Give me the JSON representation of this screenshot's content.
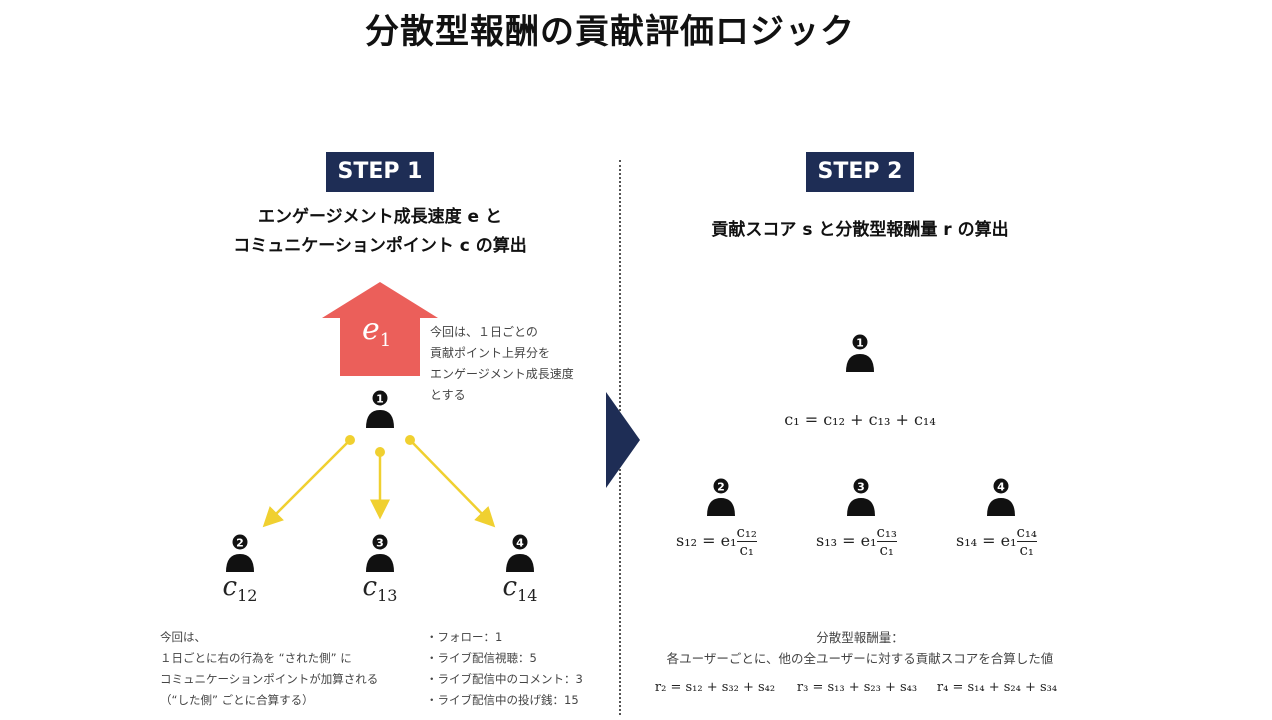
{
  "title": "分散型報酬の貢献評価ロジック",
  "step1": {
    "label": "STEP 1",
    "heading_line1": "エンゲージメント成長速度 e と",
    "heading_line2": "コミュニケーションポイント c の算出",
    "arrow_label": "e",
    "arrow_sub": "1",
    "note_lines": [
      "今回は、１日ごとの",
      "貢献ポイント上昇分を",
      "エンゲージメント成長速度",
      "とする"
    ],
    "users": [
      {
        "num": "1"
      },
      {
        "num": "2",
        "var": "c",
        "sub": "12"
      },
      {
        "num": "3",
        "var": "c",
        "sub": "13"
      },
      {
        "num": "4",
        "var": "c",
        "sub": "14"
      }
    ],
    "bottom_note_lines": [
      "今回は、",
      "１日ごとに右の行為を “された側” に",
      "コミュニケーションポイントが加算される",
      "（“した側” ごとに合算する）"
    ],
    "points": [
      "・フォロー：1",
      "・ライブ配信視聴：5",
      "・ライブ配信中のコメント：3",
      "・ライブ配信中の投げ銭：15"
    ]
  },
  "step2": {
    "label": "STEP 2",
    "heading": "貢献スコア s と分散型報酬量 r の算出",
    "top_user_num": "1",
    "c_formula": "c₁ = c₁₂ + c₁₃ + c₁₄",
    "users": [
      {
        "num": "2",
        "s": "s₁₂ = e₁",
        "num_t": "c₁₂",
        "den_t": "c₁"
      },
      {
        "num": "3",
        "s": "s₁₃ = e₁",
        "num_t": "c₁₃",
        "den_t": "c₁"
      },
      {
        "num": "4",
        "s": "s₁₄ = e₁",
        "num_t": "c₁₄",
        "den_t": "c₁"
      }
    ],
    "reward_title": "分散型報酬量：",
    "reward_desc": "各ユーザーごとに、他の全ユーザーに対する貢献スコアを合算した値",
    "r_formulas": [
      "r₂ = s₁₂ + s₃₂ + s₄₂",
      "r₃ = s₁₃ + s₂₃ + s₄₃",
      "r₄ = s₁₄ + s₂₄ + s₃₄"
    ]
  },
  "colors": {
    "step_bg": "#1e2d55",
    "arrow_red": "#eb5f5a",
    "yellow": "#f0d030",
    "divider_arrow": "#1e2d55"
  }
}
